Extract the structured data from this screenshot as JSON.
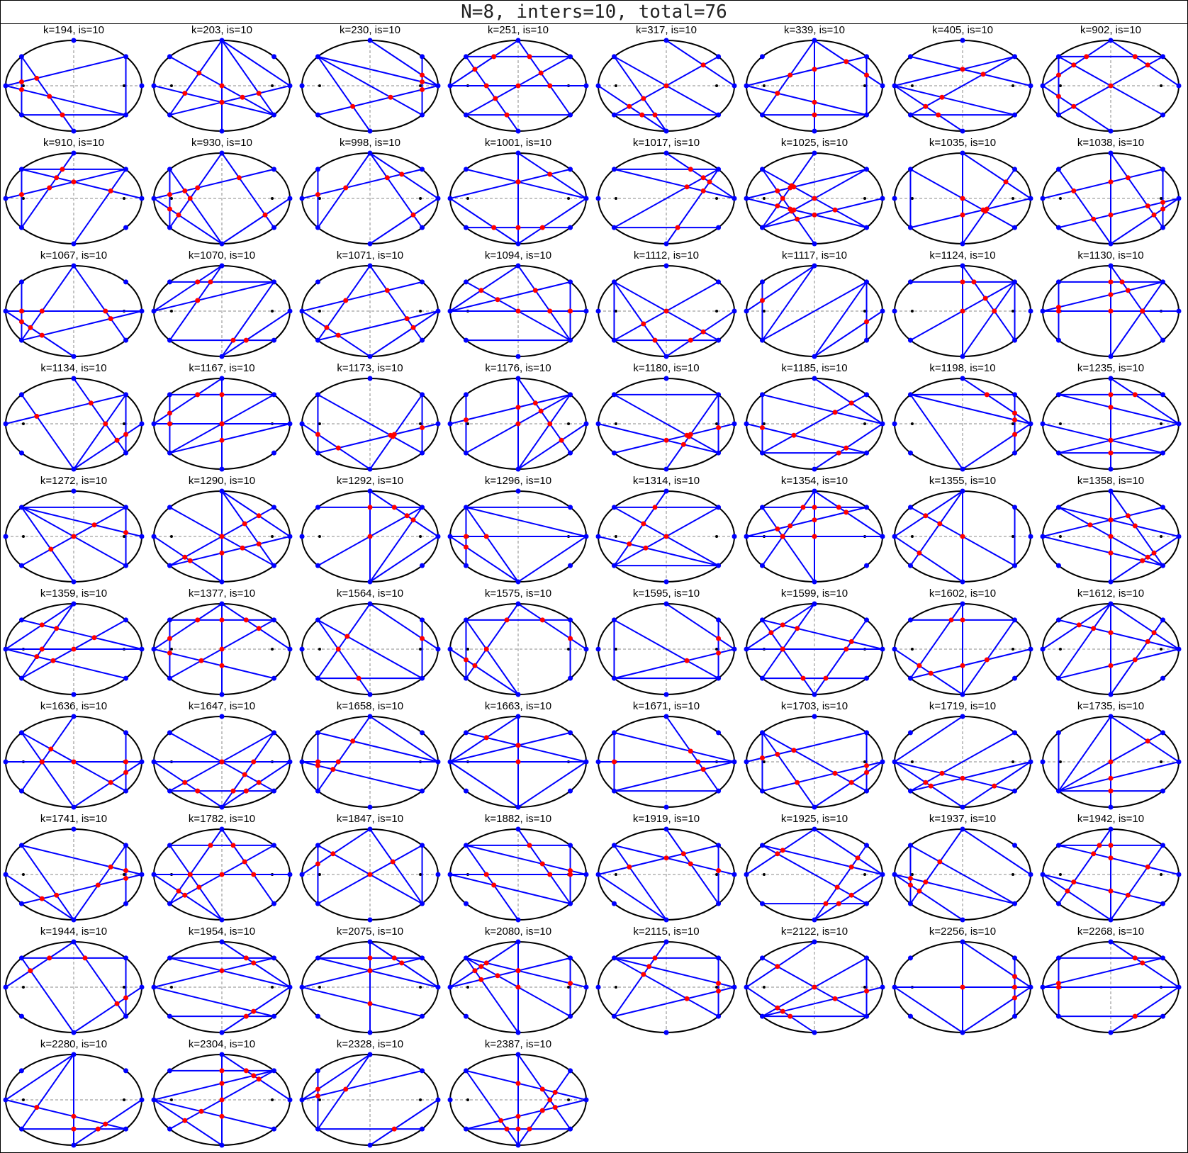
{
  "title": "N=8, inters=10, total=76",
  "colors": {
    "ellipse": "#000000",
    "chord": "#0000ff",
    "vertex": "#0000ff",
    "intersection": "#ff0000",
    "axis": "#888888",
    "focus": "#000000"
  },
  "diagrams": [
    {
      "label": "k=194, is=10"
    },
    {
      "label": "k=203, is=10"
    },
    {
      "label": "k=230, is=10"
    },
    {
      "label": "k=251, is=10"
    },
    {
      "label": "k=317, is=10"
    },
    {
      "label": "k=339, is=10"
    },
    {
      "label": "k=405, is=10"
    },
    {
      "label": "k=902, is=10"
    },
    {
      "label": "k=910, is=10"
    },
    {
      "label": "k=930, is=10"
    },
    {
      "label": "k=998, is=10"
    },
    {
      "label": "k=1001, is=10"
    },
    {
      "label": "k=1017, is=10"
    },
    {
      "label": "k=1025, is=10"
    },
    {
      "label": "k=1035, is=10"
    },
    {
      "label": "k=1038, is=10"
    },
    {
      "label": "k=1067, is=10"
    },
    {
      "label": "k=1070, is=10"
    },
    {
      "label": "k=1071, is=10"
    },
    {
      "label": "k=1094, is=10"
    },
    {
      "label": "k=1112, is=10"
    },
    {
      "label": "k=1117, is=10"
    },
    {
      "label": "k=1124, is=10"
    },
    {
      "label": "k=1130, is=10"
    },
    {
      "label": "k=1134, is=10"
    },
    {
      "label": "k=1167, is=10"
    },
    {
      "label": "k=1173, is=10"
    },
    {
      "label": "k=1176, is=10"
    },
    {
      "label": "k=1180, is=10"
    },
    {
      "label": "k=1185, is=10"
    },
    {
      "label": "k=1198, is=10"
    },
    {
      "label": "k=1235, is=10"
    },
    {
      "label": "k=1272, is=10"
    },
    {
      "label": "k=1290, is=10"
    },
    {
      "label": "k=1292, is=10"
    },
    {
      "label": "k=1296, is=10"
    },
    {
      "label": "k=1314, is=10"
    },
    {
      "label": "k=1354, is=10"
    },
    {
      "label": "k=1355, is=10"
    },
    {
      "label": "k=1358, is=10"
    },
    {
      "label": "k=1359, is=10"
    },
    {
      "label": "k=1377, is=10"
    },
    {
      "label": "k=1564, is=10"
    },
    {
      "label": "k=1575, is=10"
    },
    {
      "label": "k=1595, is=10"
    },
    {
      "label": "k=1599, is=10"
    },
    {
      "label": "k=1602, is=10"
    },
    {
      "label": "k=1612, is=10"
    },
    {
      "label": "k=1636, is=10"
    },
    {
      "label": "k=1647, is=10"
    },
    {
      "label": "k=1658, is=10"
    },
    {
      "label": "k=1663, is=10"
    },
    {
      "label": "k=1671, is=10"
    },
    {
      "label": "k=1703, is=10"
    },
    {
      "label": "k=1719, is=10"
    },
    {
      "label": "k=1735, is=10"
    },
    {
      "label": "k=1741, is=10"
    },
    {
      "label": "k=1782, is=10"
    },
    {
      "label": "k=1847, is=10"
    },
    {
      "label": "k=1882, is=10"
    },
    {
      "label": "k=1919, is=10"
    },
    {
      "label": "k=1925, is=10"
    },
    {
      "label": "k=1937, is=10"
    },
    {
      "label": "k=1942, is=10"
    },
    {
      "label": "k=1944, is=10"
    },
    {
      "label": "k=1954, is=10"
    },
    {
      "label": "k=2075, is=10"
    },
    {
      "label": "k=2080, is=10"
    },
    {
      "label": "k=2115, is=10"
    },
    {
      "label": "k=2122, is=10"
    },
    {
      "label": "k=2256, is=10"
    },
    {
      "label": "k=2268, is=10"
    },
    {
      "label": "k=2280, is=10"
    },
    {
      "label": "k=2304, is=10"
    },
    {
      "label": "k=2328, is=10"
    },
    {
      "label": "k=2387, is=10"
    }
  ]
}
